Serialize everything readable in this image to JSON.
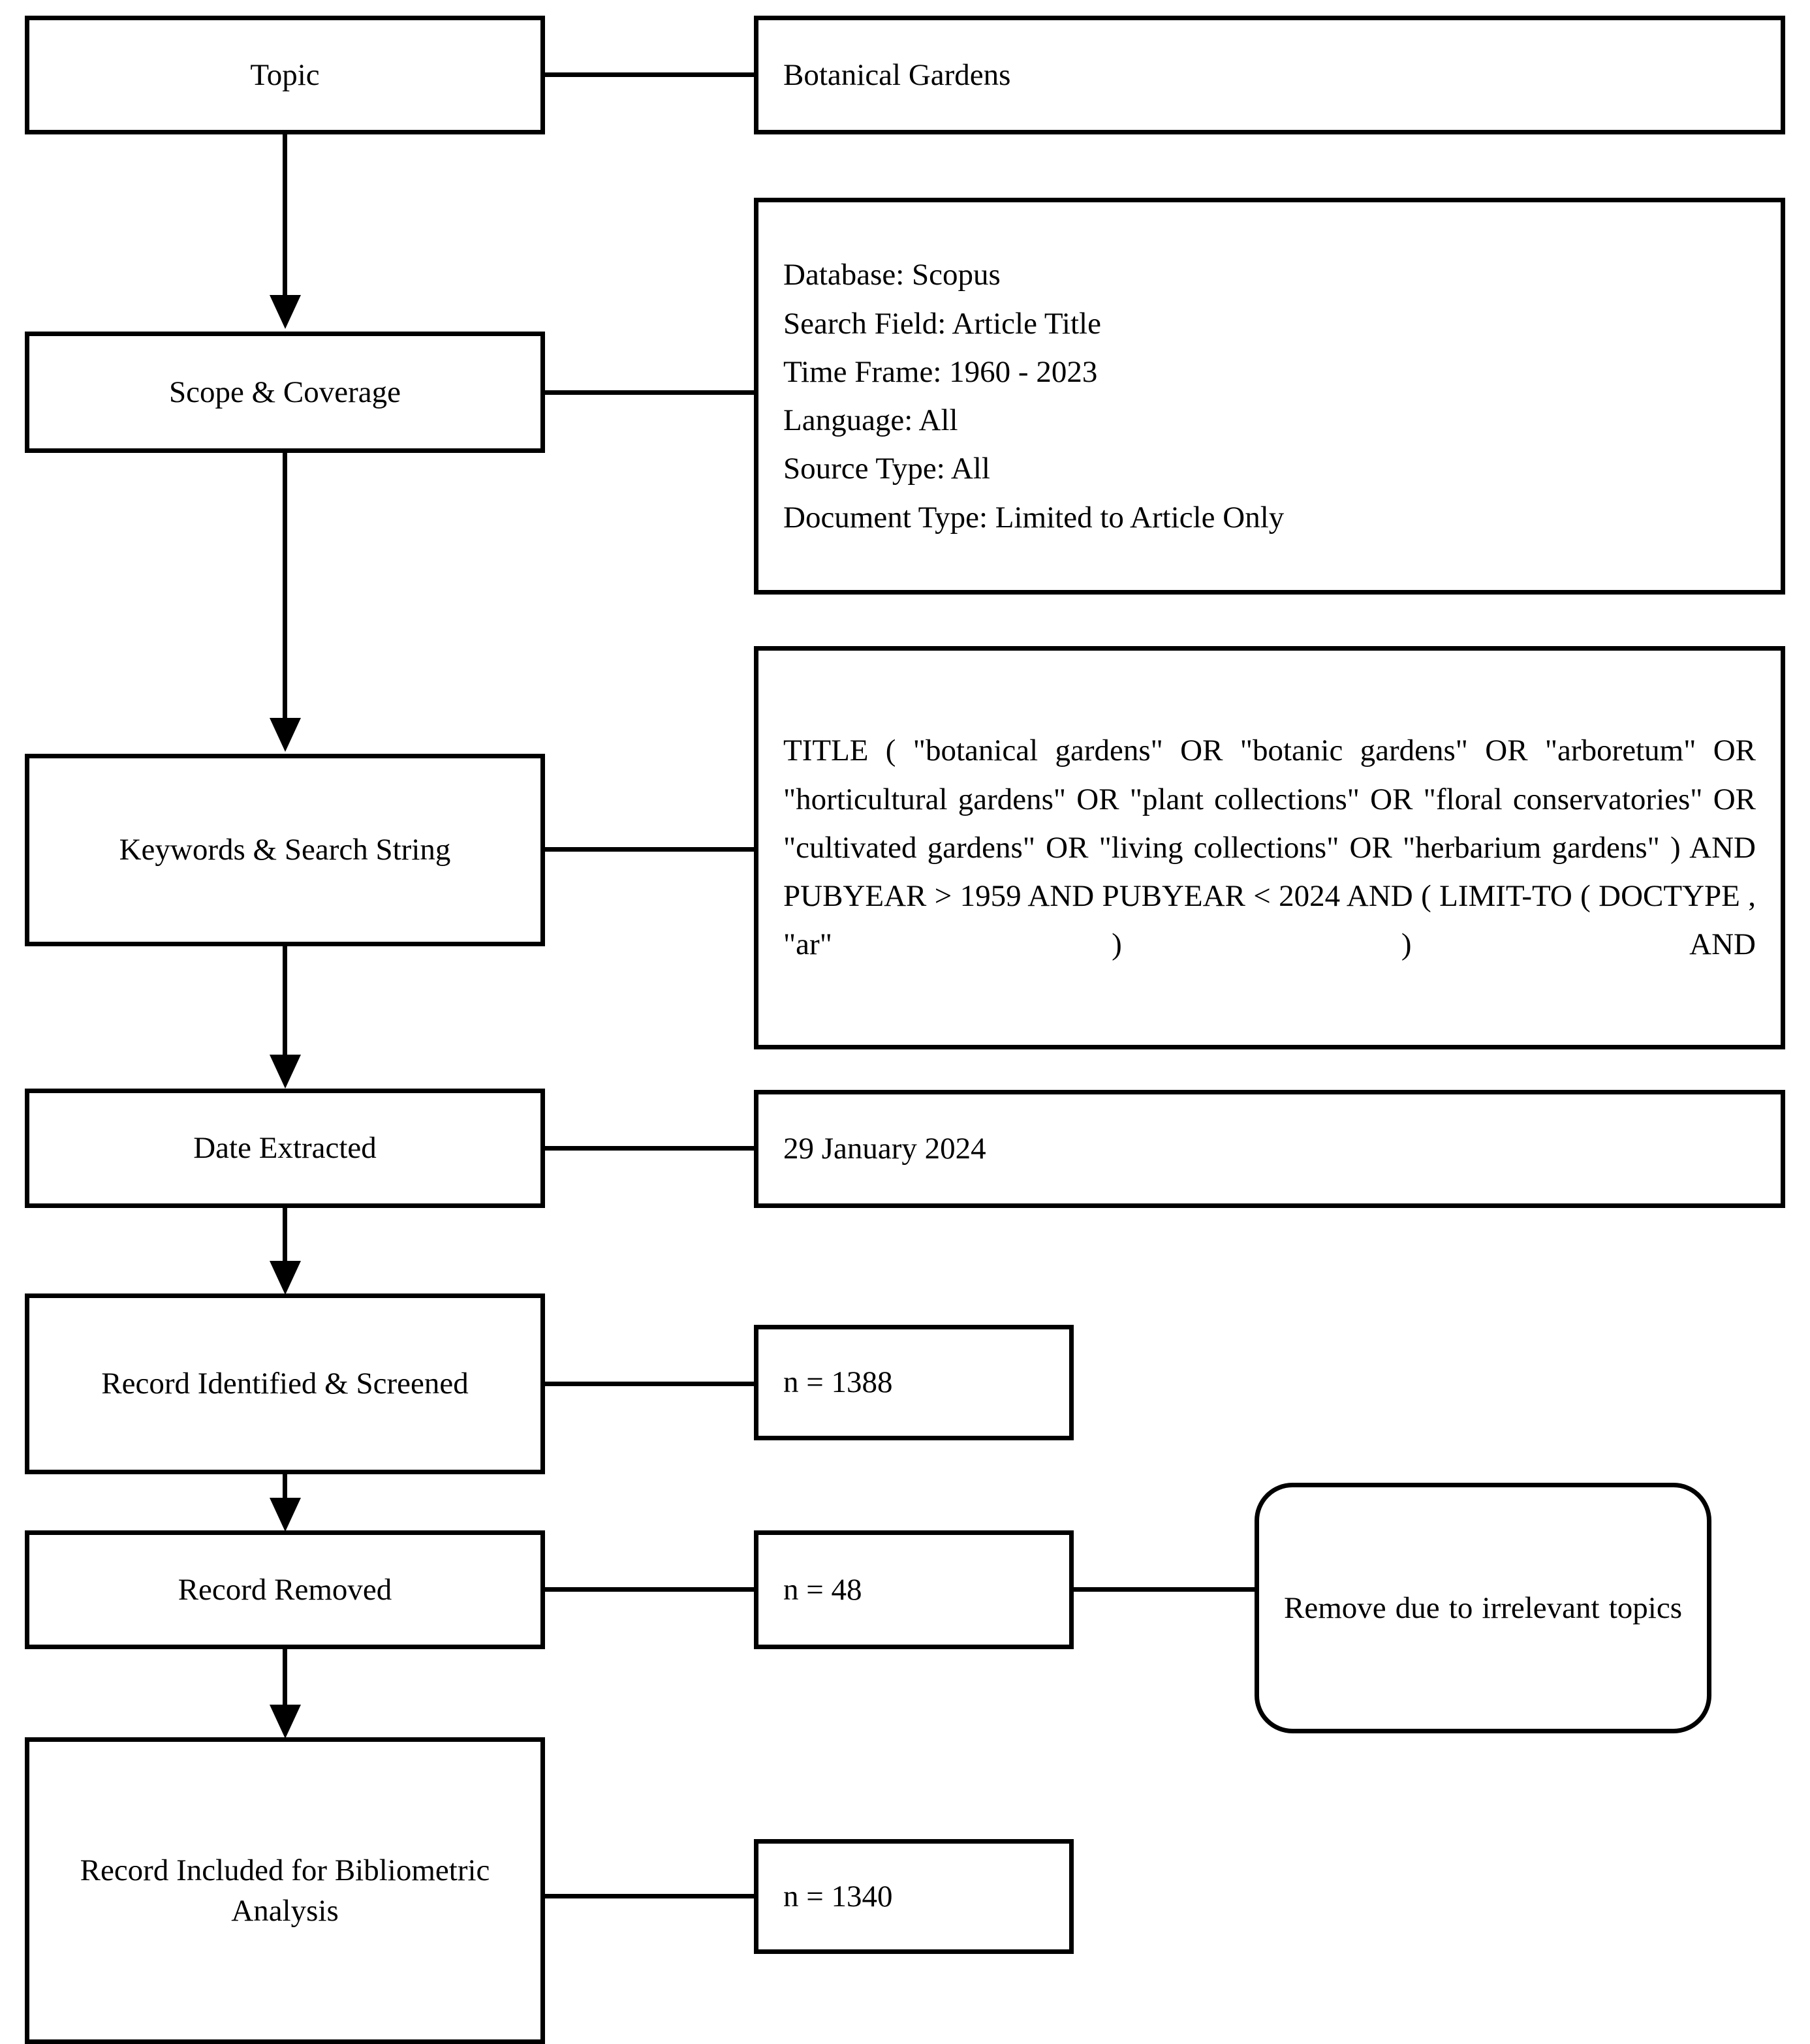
{
  "diagram": {
    "type": "flowchart",
    "title": "Bibliometric search and screening flowchart",
    "stroke_color": "#000000",
    "background_color": "#ffffff",
    "nodes": {
      "topic": {
        "label": "Topic",
        "value": "Botanical Gardens"
      },
      "scope": {
        "label": "Scope & Coverage",
        "details": [
          "Database: Scopus",
          "Search Field: Article Title",
          "Time Frame: 1960 - 2023",
          "Language: All",
          "Source Type: All",
          "Document Type: Limited to Article Only"
        ]
      },
      "keywords": {
        "label": "Keywords & Search String",
        "query": "TITLE ( \"botanical gardens\" OR \"botanic gardens\" OR \"arboretum\" OR \"horticultural gardens\" OR \"plant collections\" OR \"floral conservatories\" OR \"cultivated gardens\" OR \"living collections\" OR \"herbarium gardens\" ) AND PUBYEAR > 1959 AND PUBYEAR < 2024 AND ( LIMIT-TO ( DOCTYPE , \"ar\" ) ) AND"
      },
      "date_extracted": {
        "label": "Date Extracted",
        "value": "29 January 2024"
      },
      "identified": {
        "label": "Record Identified & Screened",
        "count": "n = 1388"
      },
      "removed": {
        "label": "Record Removed",
        "count": "n = 48",
        "reason": "Remove due to irrelevant topics"
      },
      "included": {
        "label": "Record Included for Bibliometric Analysis",
        "count": "n = 1340"
      }
    }
  }
}
